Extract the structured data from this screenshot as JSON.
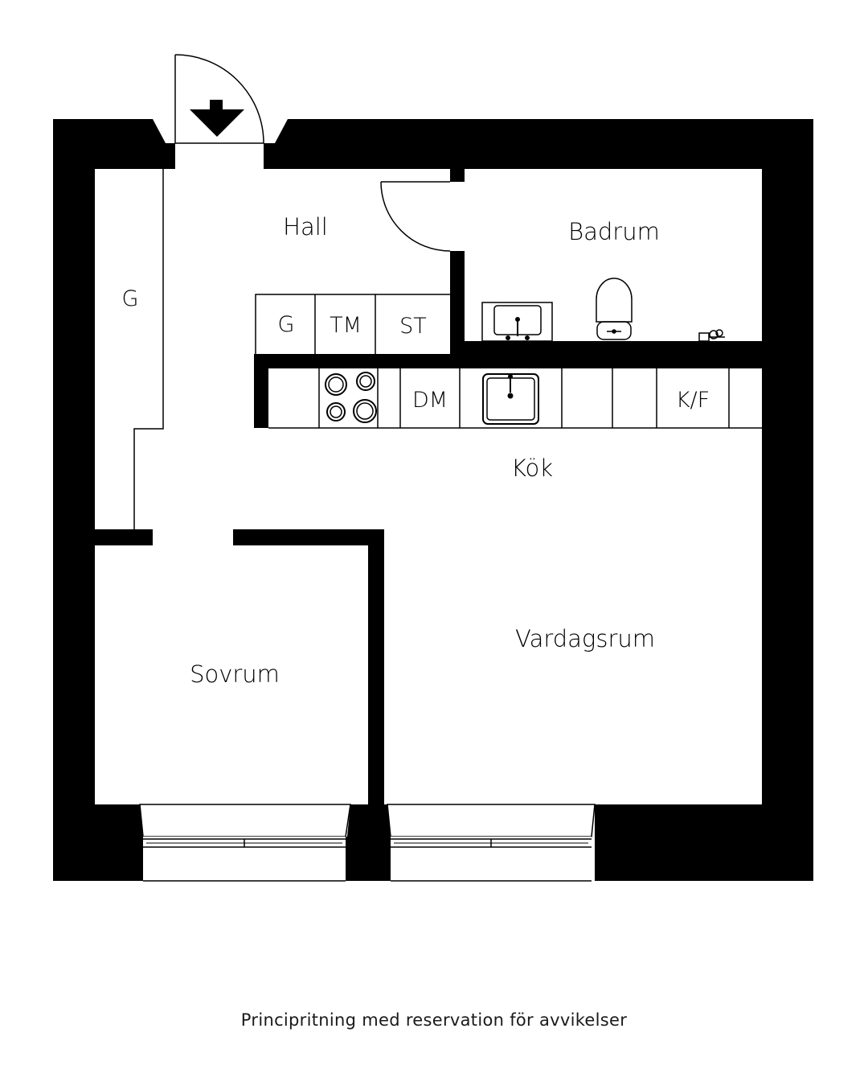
{
  "rooms": {
    "hall": "Hall",
    "badrum": "Badrum",
    "kok": "Kök",
    "vardagsrum": "Vardagsrum",
    "sovrum": "Sovrum"
  },
  "fixtures": {
    "garderob_hall": "G",
    "garderob_cabinet": "G",
    "torktumlare": "TM",
    "stadskap": "ST",
    "diskmaskin": "DM",
    "kyl_frys": "K/F"
  },
  "footer": "Principritning med reservation för avvikelser",
  "colors": {
    "wall": "#000000",
    "line": "#000000",
    "background": "#ffffff"
  },
  "icons": [
    "entrance-arrow-icon",
    "stove-icon",
    "kitchen-sink-icon",
    "bathroom-sink-icon",
    "toilet-icon",
    "faucet-icon"
  ]
}
